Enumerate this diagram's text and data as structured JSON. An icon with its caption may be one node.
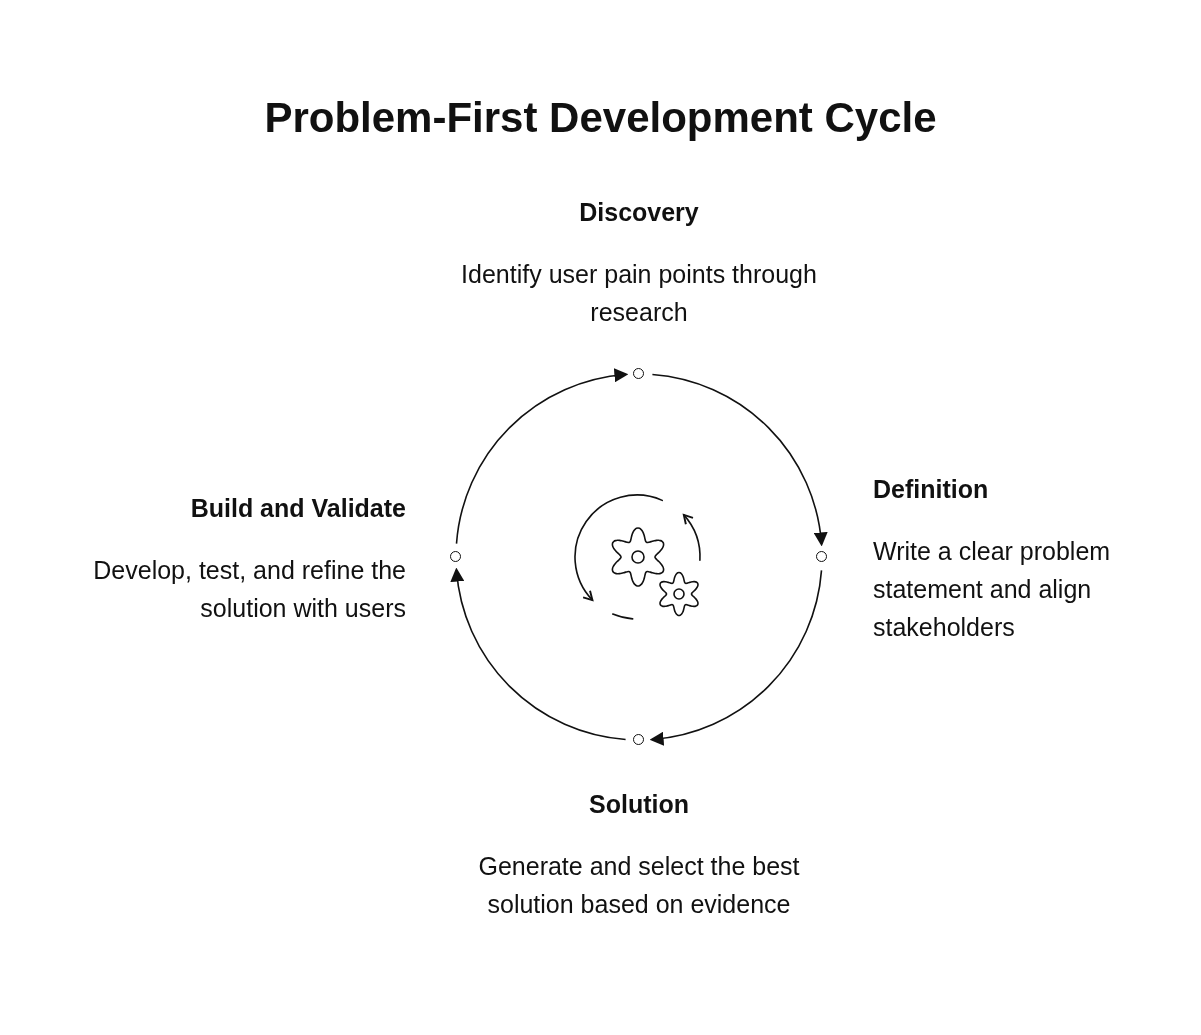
{
  "diagram": {
    "title": "Problem-First Development Cycle",
    "nodes": [
      {
        "text": [],
        "shape": "circle",
        "beside": [
          "Discovery",
          "Identify user pain points through research"
        ]
      },
      {
        "text": [],
        "shape": "circle",
        "beside": [
          "Definition",
          "Write a clear problem statement and align stakeholders"
        ]
      },
      {
        "text": [],
        "shape": "circle",
        "beside": [
          "Solution",
          "Generate and select the best solution based on evidence"
        ]
      },
      {
        "text": [],
        "shape": "circle",
        "beside": [
          "Build and Validate",
          "Develop, test, and refine the solution with users"
        ]
      }
    ],
    "edges": [
      {
        "from": 0,
        "to": 1,
        "arrow": "to"
      },
      {
        "from": 1,
        "to": 2,
        "arrow": "to"
      },
      {
        "from": 2,
        "to": 3,
        "arrow": "to"
      },
      {
        "from": 3,
        "to": 0,
        "arrow": "to"
      }
    ]
  }
}
